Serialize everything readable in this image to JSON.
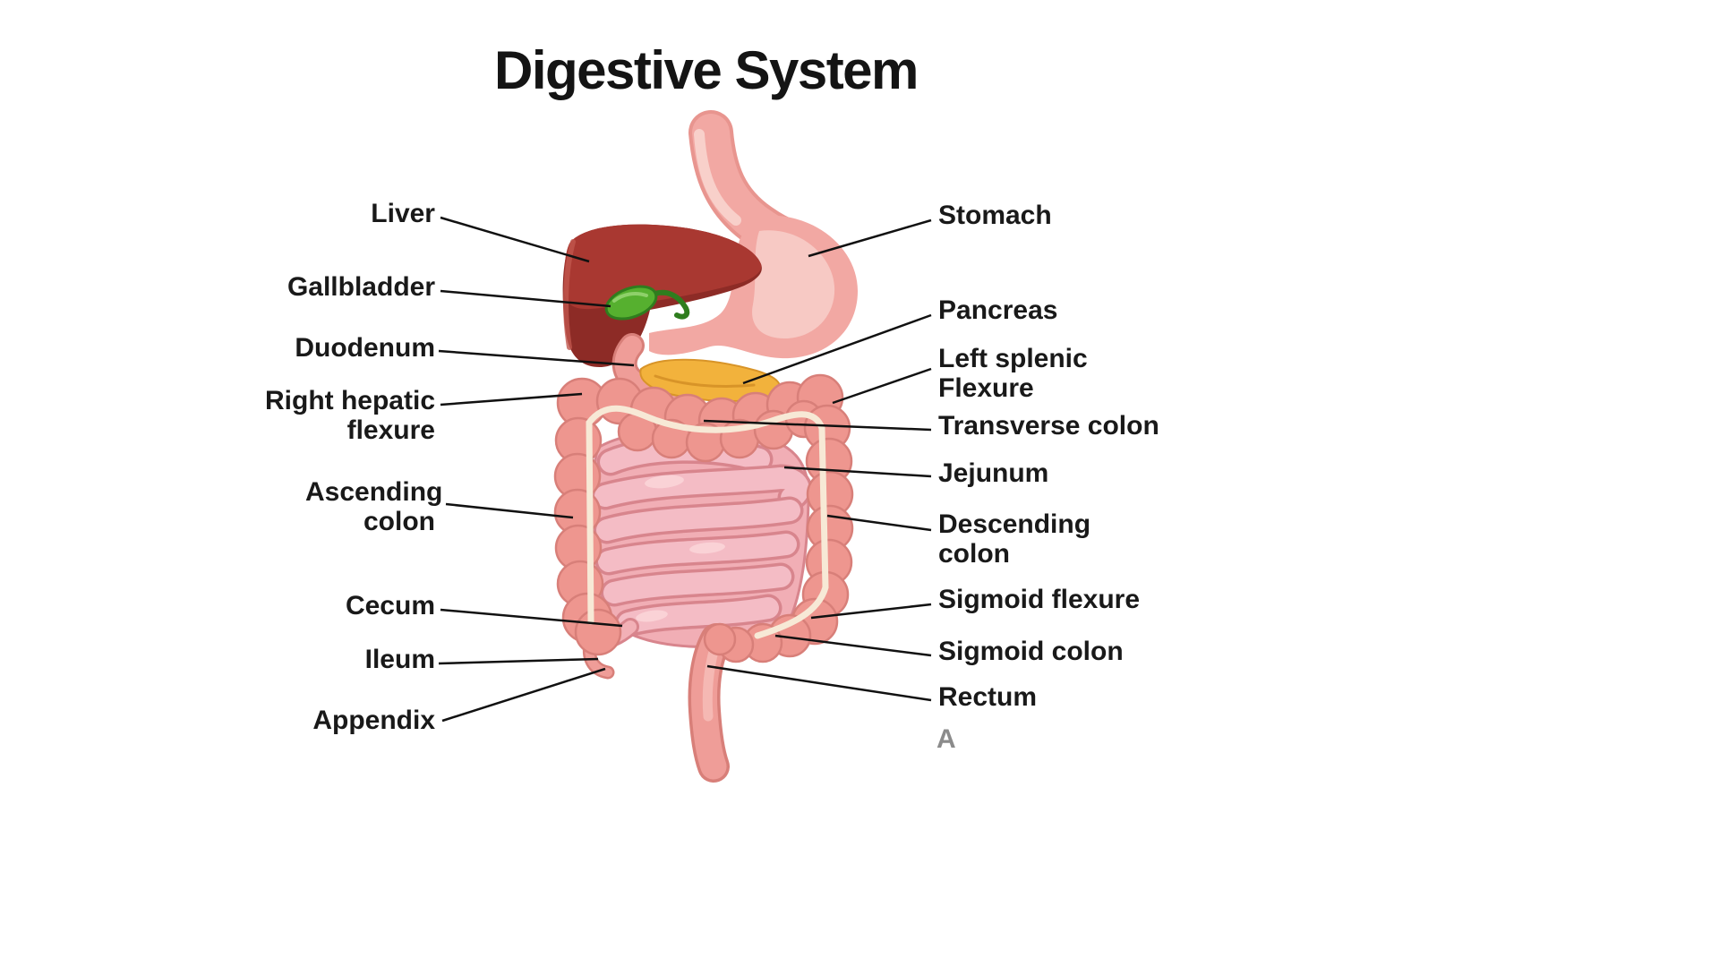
{
  "title": "Digestive System",
  "watermark": "A",
  "labels": {
    "left": [
      {
        "id": "liver",
        "text": "Liver"
      },
      {
        "id": "gallbladder",
        "text": "Gallbladder"
      },
      {
        "id": "duodenum",
        "text": "Duodenum"
      },
      {
        "id": "right-hepatic-flexure",
        "text": "Right hepatic flexure"
      },
      {
        "id": "ascending-colon",
        "text": "Ascending colon"
      },
      {
        "id": "cecum",
        "text": "Cecum"
      },
      {
        "id": "ileum",
        "text": "Ileum"
      },
      {
        "id": "appendix",
        "text": "Appendix"
      }
    ],
    "right": [
      {
        "id": "stomach",
        "text": "Stomach"
      },
      {
        "id": "pancreas",
        "text": "Pancreas"
      },
      {
        "id": "left-splenic-flexure",
        "text": "Left splenic Flexure"
      },
      {
        "id": "transverse-colon",
        "text": "Transverse colon"
      },
      {
        "id": "jejunum",
        "text": "Jejunum"
      },
      {
        "id": "descending-colon",
        "text": "Descending colon"
      },
      {
        "id": "sigmoid-flexure",
        "text": "Sigmoid flexure"
      },
      {
        "id": "sigmoid-colon",
        "text": "Sigmoid colon"
      },
      {
        "id": "rectum",
        "text": "Rectum"
      }
    ]
  },
  "colors": {
    "liver": "#a93831",
    "liver_dark": "#8d2b26",
    "stomach": "#f2a8a3",
    "stomach_highlight": "#f7c9c4",
    "gallbladder": "#56b02f",
    "pancreas": "#f2b23c",
    "large_intestine": "#ee968f",
    "small_intestine": "#f3b3b9",
    "tenia_coli": "#f7e9d6",
    "leader_line": "#111111"
  }
}
